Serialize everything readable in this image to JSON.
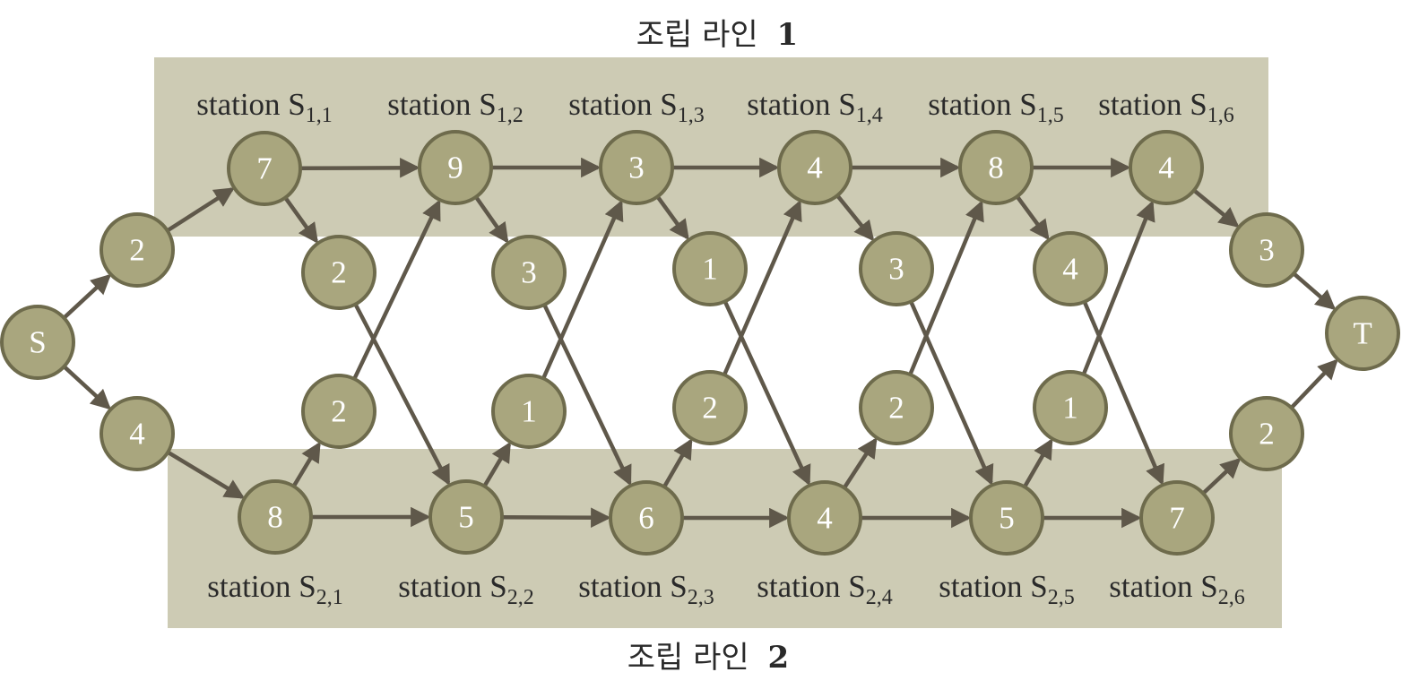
{
  "colors": {
    "band": "#cdcbb4",
    "node_fill": "#a9a67e",
    "node_stroke": "#6e6b4c",
    "edge": "#5f584a",
    "text_dark": "#2a2a2a",
    "node_text": "#ffffff"
  },
  "titles": {
    "line1_text": "조립 라인",
    "line1_num": "1",
    "line2_text": "조립 라인",
    "line2_num": "2"
  },
  "stations_line1": [
    {
      "prefix": "station S",
      "sub": "1,1"
    },
    {
      "prefix": "station S",
      "sub": "1,2"
    },
    {
      "prefix": "station S",
      "sub": "1,3"
    },
    {
      "prefix": "station S",
      "sub": "1,4"
    },
    {
      "prefix": "station S",
      "sub": "1,5"
    },
    {
      "prefix": "station S",
      "sub": "1,6"
    }
  ],
  "stations_line2": [
    {
      "prefix": "station S",
      "sub": "2,1"
    },
    {
      "prefix": "station S",
      "sub": "2,2"
    },
    {
      "prefix": "station S",
      "sub": "2,3"
    },
    {
      "prefix": "station S",
      "sub": "2,4"
    },
    {
      "prefix": "station S",
      "sub": "2,5"
    },
    {
      "prefix": "station S",
      "sub": "2,6"
    }
  ],
  "nodes": {
    "source": "S",
    "sink": "T",
    "entry1": "2",
    "entry2": "4",
    "exit1": "3",
    "exit2": "2",
    "line1": [
      "7",
      "9",
      "3",
      "4",
      "8",
      "4"
    ],
    "line2": [
      "8",
      "5",
      "6",
      "4",
      "5",
      "7"
    ],
    "transfer_1_to_2": [
      "2",
      "3",
      "1",
      "3",
      "4"
    ],
    "transfer_2_to_1": [
      "2",
      "1",
      "2",
      "2",
      "1"
    ]
  }
}
